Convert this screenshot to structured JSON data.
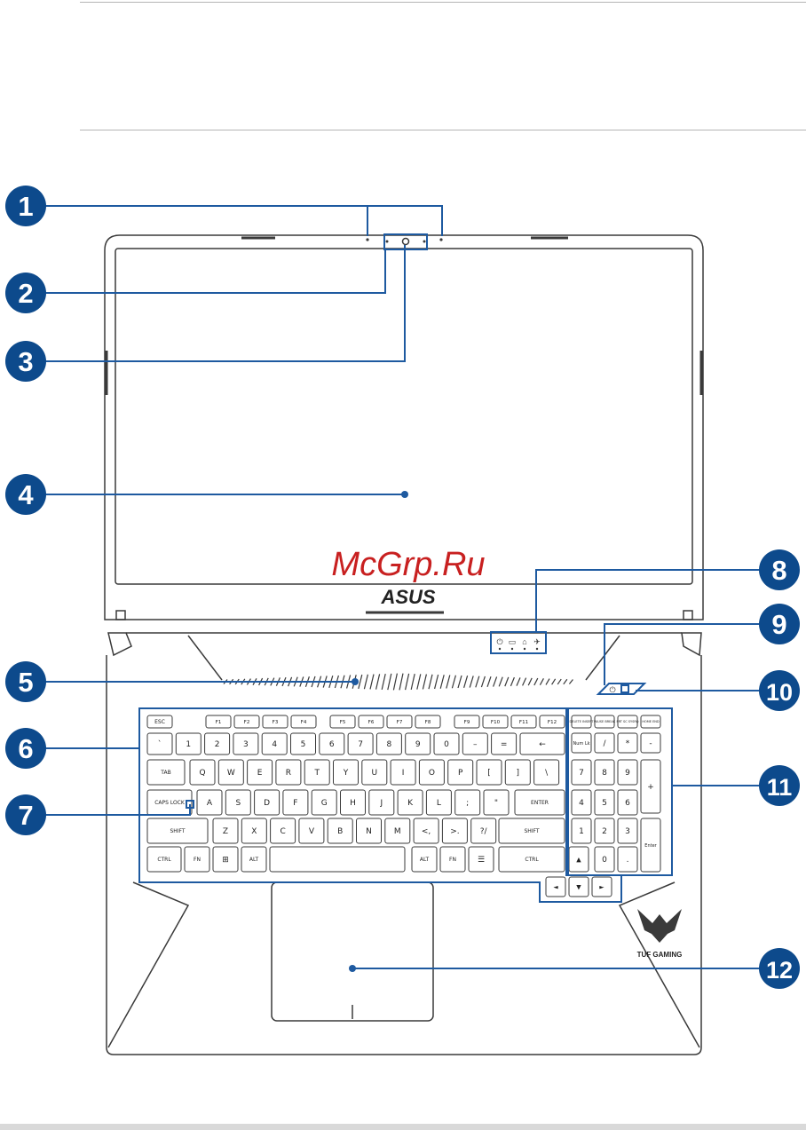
{
  "watermark": "McGrp.Ru",
  "logo": {
    "brand": "ASUS",
    "gaming_brand": "TUF GAMING"
  },
  "colors": {
    "callout": "#0d4a8c",
    "line": "#1e5aa0",
    "outline": "#3a3a3a"
  },
  "callouts": [
    {
      "number": "1"
    },
    {
      "number": "2"
    },
    {
      "number": "3"
    },
    {
      "number": "4"
    },
    {
      "number": "5"
    },
    {
      "number": "6"
    },
    {
      "number": "7"
    },
    {
      "number": "8"
    },
    {
      "number": "9"
    },
    {
      "number": "10"
    },
    {
      "number": "11"
    },
    {
      "number": "12"
    }
  ],
  "keyboard": {
    "row0": [
      "ESC",
      "F1",
      "F2",
      "F3",
      "F4",
      "F5",
      "F6",
      "F7",
      "F8",
      "F9",
      "F10",
      "F11",
      "F12"
    ],
    "row1": [
      "`",
      "1",
      "2",
      "3",
      "4",
      "5",
      "6",
      "7",
      "8",
      "9",
      "0",
      "–",
      "=",
      "←"
    ],
    "row2": [
      "TAB",
      "Q",
      "W",
      "E",
      "R",
      "T",
      "Y",
      "U",
      "I",
      "O",
      "P",
      "[",
      "]",
      "\\"
    ],
    "row3": [
      "CAPS LOCK",
      "A",
      "S",
      "D",
      "F",
      "G",
      "H",
      "J",
      "K",
      "L",
      ";",
      "\"",
      "ENTER"
    ],
    "row4": [
      "SHIFT",
      "Z",
      "X",
      "C",
      "V",
      "B",
      "N",
      "M",
      "<,",
      ">.",
      "?/",
      "SHIFT"
    ],
    "row5": [
      "CTRL",
      "FN",
      "⊞",
      "ALT",
      "",
      "ALT",
      "FN",
      "☰",
      "CTRL"
    ],
    "nav": [
      "DELETE INSERT",
      "PAUSE BREAK",
      "PRT SC SYSRQ",
      "HOME END"
    ],
    "numpad": [
      "Num Lk",
      "/",
      "*",
      "-",
      "7",
      "8",
      "9",
      "+",
      "4",
      "5",
      "6",
      "1",
      "2",
      "3",
      "Enter",
      "0",
      "."
    ],
    "arrows": [
      "◄",
      "▼",
      "►",
      "▲"
    ]
  }
}
